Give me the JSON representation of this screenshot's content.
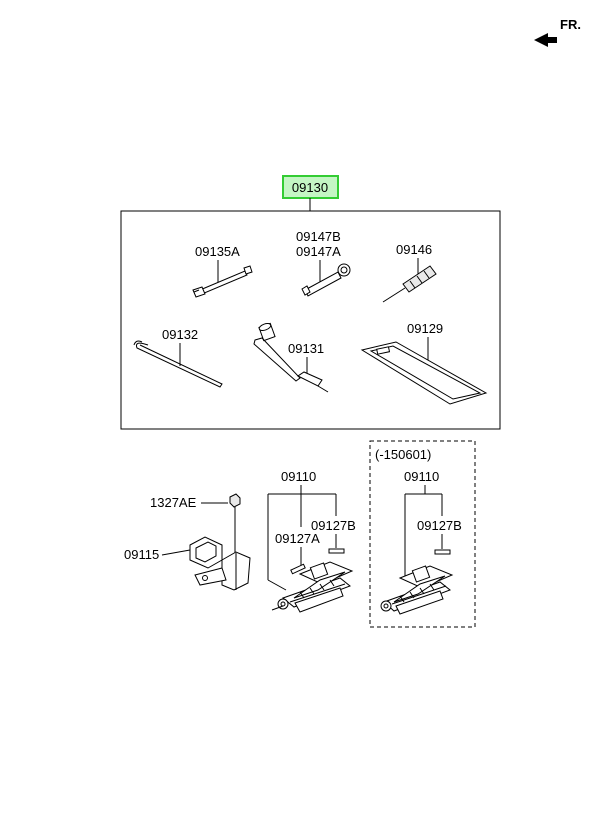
{
  "direction": {
    "label": "FR."
  },
  "highlight_color": "#57e457",
  "kit": {
    "part_number": "09130"
  },
  "tools": {
    "wrench": "09135A",
    "spanner_b": "09147B",
    "spanner_a": "09147A",
    "screwdriver": "09146",
    "jack_handle": "09132",
    "lug_wrench": "09131",
    "tool_bag": "09129"
  },
  "bracket": {
    "bolt": "1327AE",
    "bracket": "09115"
  },
  "jack_main": {
    "jack": "09110",
    "pin_a": "09127A",
    "pin_b": "09127B"
  },
  "jack_alt": {
    "range": "(-150601)",
    "jack": "09110",
    "pin_b": "09127B"
  }
}
